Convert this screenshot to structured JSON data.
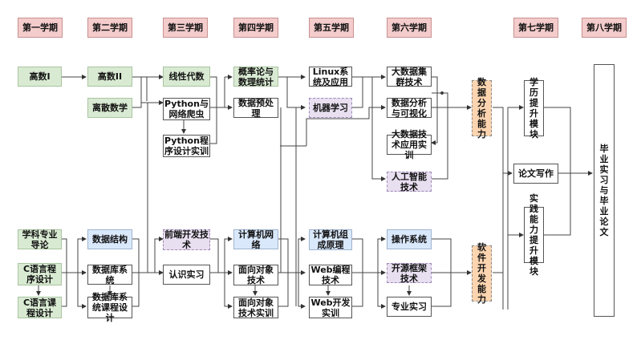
{
  "semesters": [
    "第一学期",
    "第二学期",
    "第三学期",
    "第四学期",
    "第五学期",
    "第六学期",
    "第七学期",
    "第八学期"
  ],
  "courses": {
    "gaoshu1": "高数I",
    "gaoshu2": "高数II",
    "lisan": "离散数学",
    "xianxing": "线性代数",
    "python_crawler": "Python与网络爬虫",
    "python_lab": "Python程序设计实训",
    "gailv": "概率论与数理统计",
    "preprocess": "数据预处理",
    "linux": "Linux系统及应用",
    "ml": "机器学习",
    "bigdata_cluster": "大数据集群技术",
    "data_vis": "数据分析与可视化",
    "bigdata_lab": "大数据技术应用实训",
    "ai": "人工智能技术",
    "intro": "学科专业导论",
    "c_lang": "C语言程序设计",
    "c_course": "C语言课程设计",
    "ds": "数据结构",
    "db": "数据库系统",
    "db_course": "数据库系统课程设计",
    "frontend": "前端开发技术",
    "cognition": "认识实习",
    "network": "计算机网络",
    "oop": "面向对象技术",
    "oop_lab": "面向对象技术实训",
    "organization": "计算机组成原理",
    "web": "Web编程技术",
    "web_lab": "Web开发实训",
    "os": "操作系统",
    "framework": "开源框架技术",
    "pro_practice": "专业实习"
  },
  "abilities": {
    "data_analysis": "数据分析能力",
    "software_dev": "软件开发能力"
  },
  "modules": {
    "academic": "学历提升模块",
    "thesis_writing": "论文写作",
    "practice": "实践能力提升模块",
    "graduation": "毕业实习与毕业论文"
  },
  "legend_colors": {
    "semester": "#f4cccc",
    "math_foundation": "#d9ead3",
    "core_blue": "#dae8fc",
    "elective_purple": "#e8dff0",
    "ability_orange": "#fcd5b0",
    "practice_white": "#ffffff"
  }
}
